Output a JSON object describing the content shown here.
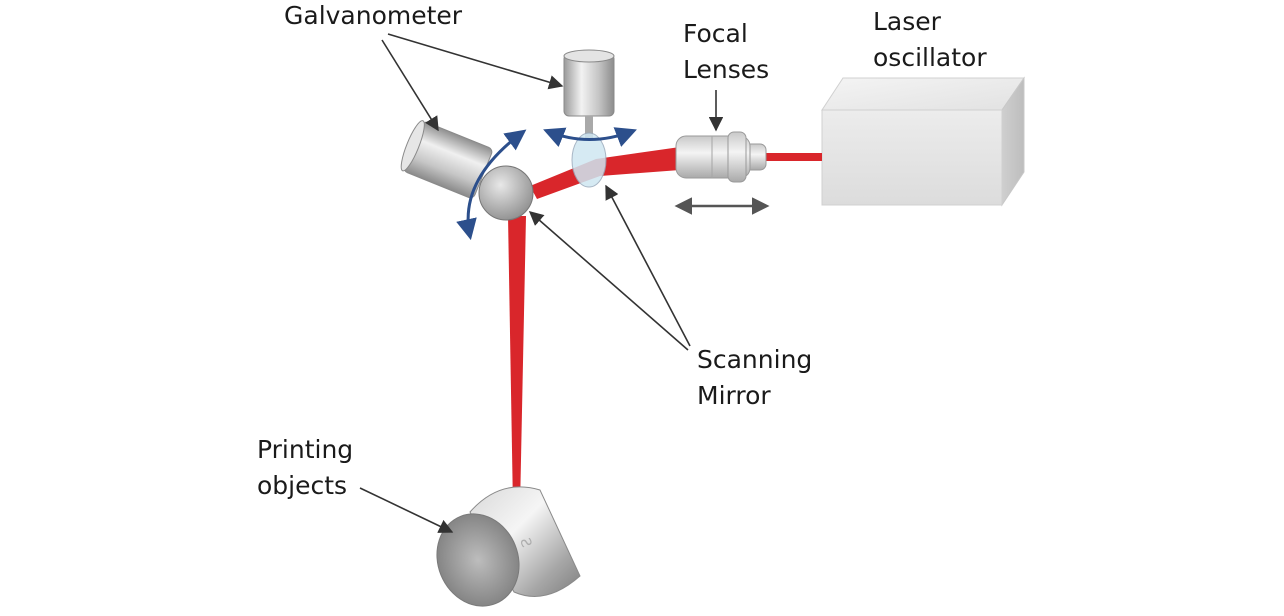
{
  "labels": {
    "galvanometer": "Galvanometer",
    "focal_lenses": [
      "Focal",
      "Lenses"
    ],
    "laser_oscillator": [
      "Laser",
      "oscillator"
    ],
    "scanning_mirror": [
      "Scanning",
      "Mirror"
    ],
    "printing_objects": [
      "Printing",
      "objects"
    ]
  },
  "colors": {
    "laser_beam": "#d9262b",
    "motion_arrow": "#2c4f8c",
    "leader_line": "#333333"
  }
}
